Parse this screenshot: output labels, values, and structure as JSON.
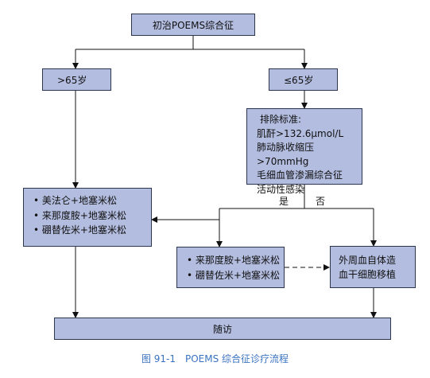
{
  "boxes": {
    "start": "初治POEMS综合征",
    "over65": ">65岁",
    "under65": "≤65岁",
    "exclusion_title": "排除标准:",
    "exclusion_items": [
      "肌酐>132.6μmol/L",
      "肺动脉收缩压>70mmHg",
      "毛细血管渗漏综合征",
      "活动性感染"
    ],
    "left_regimens": [
      "美法仑+地塞米松",
      "来那度胺+地塞米松",
      "硼替佐米+地塞米松"
    ],
    "mid_regimens": [
      "来那度胺+地塞米松",
      "硼替佐米+地塞米松"
    ],
    "transplant_lines": [
      "外周血自体造",
      "血干细胞移植"
    ],
    "followup": "随访"
  },
  "labels": {
    "yes": "是",
    "no": "否"
  },
  "caption": "图 91-1　POEMS 综合征诊疗流程"
}
